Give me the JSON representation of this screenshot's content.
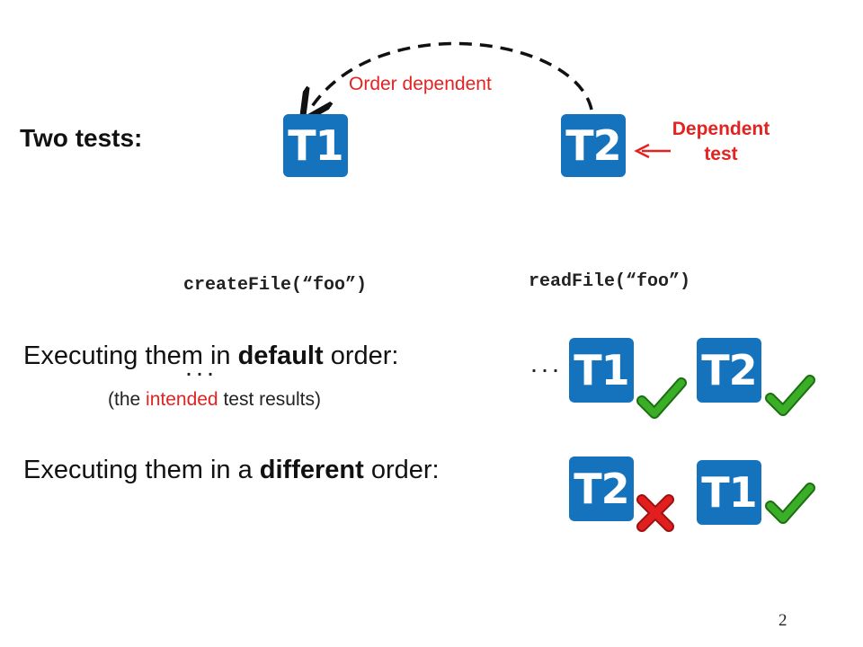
{
  "heading": "Two tests:",
  "arc_label": "Order dependent",
  "dependent_label": {
    "line1": "Dependent",
    "line2": "test"
  },
  "tests": {
    "t1": {
      "label": "T1",
      "code_line1": "createFile(“foo”)",
      "code_line2": "..."
    },
    "t2": {
      "label": "T2",
      "code_line1": "readFile(“foo”)",
      "code_line2": "..."
    }
  },
  "default_order": {
    "text_prefix": "Executing them in ",
    "text_bold": "default",
    "text_suffix": " order:",
    "note_prefix": "(the ",
    "note_highlight": "intended",
    "note_suffix": " test results)",
    "first": "T1",
    "first_result": "check-icon",
    "second": "T2",
    "second_result": "check-icon"
  },
  "different_order": {
    "text_prefix": "Executing them in a ",
    "text_bold": "different",
    "text_suffix": " order:",
    "first": "T2",
    "first_result": "cross-icon",
    "second": "T1",
    "second_result": "check-icon"
  },
  "page_number": "2",
  "colors": {
    "tile": "#1573bd",
    "accent_red": "#e32222",
    "check_green": "#3aae26",
    "cross_red": "#e21f1f"
  }
}
